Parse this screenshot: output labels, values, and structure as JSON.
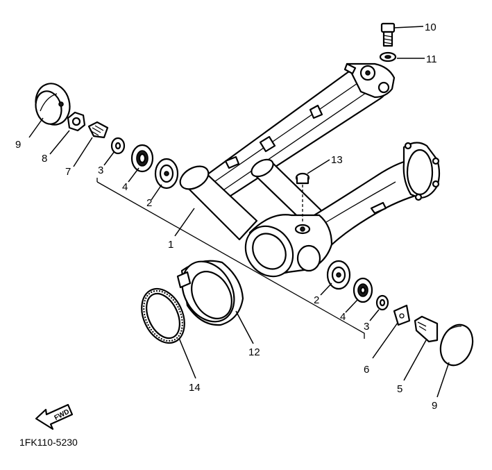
{
  "diagram": {
    "drawing_code": "1FK110-5230",
    "fwd_label": "FWD",
    "callouts": {
      "c1": "1",
      "c2a": "2",
      "c2b": "2",
      "c3a": "3",
      "c3b": "3",
      "c4a": "4",
      "c4b": "4",
      "c5": "5",
      "c6": "6",
      "c7": "7",
      "c8": "8",
      "c9a": "9",
      "c9b": "9",
      "c10": "10",
      "c11": "11",
      "c12": "12",
      "c13": "13",
      "c14": "14"
    }
  }
}
